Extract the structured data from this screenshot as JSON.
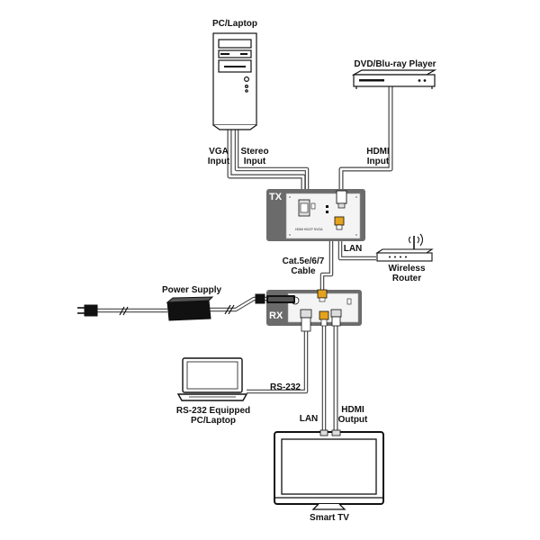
{
  "labels": {
    "pc_laptop": "PC/Laptop",
    "dvd_player": "DVD/Blu-ray Player",
    "vga_line1": "VGA",
    "vga_line2": "Input",
    "stereo_line1": "Stereo",
    "stereo_line2": "Input",
    "hdmi_in_line1": "HDMI",
    "hdmi_in_line2": "Input",
    "tx": "TX",
    "rx": "RX",
    "lan_top": "LAN",
    "router_line1": "Wireless",
    "router_line2": "Router",
    "cable_line1": "Cat.5e/6/7",
    "cable_line2": "Cable",
    "power_supply": "Power Supply",
    "rs232": "RS-232",
    "rs232_pc_line1": "RS-232 Equipped",
    "rs232_pc_line2": "PC/Laptop",
    "lan_bottom": "LAN",
    "hdmi_out_line1": "HDMI",
    "hdmi_out_line2": "Output",
    "smart_tv": "Smart TV",
    "tx_panel_text": "HDMI  HDCP    SVGA"
  },
  "colors": {
    "device_box": "#6b6b6b",
    "faceplate": "#f4f4f4",
    "cable": "#444444",
    "cable_fill": "#ffffff",
    "connector_amber": "#e5a21c",
    "ink": "#111111"
  }
}
